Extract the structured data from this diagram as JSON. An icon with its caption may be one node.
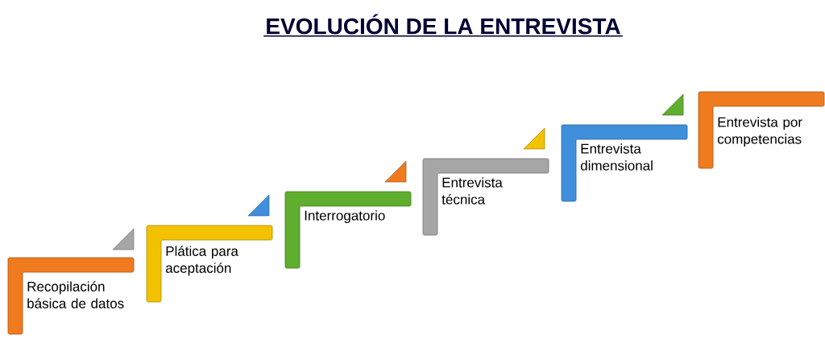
{
  "diagram": {
    "title": "EVOLUCIÓN DE LA ENTREVISTA",
    "nodes": [
      {
        "text": [
          "Recopilación básica de datos"
        ]
      },
      {
        "text": [
          "Plática para aceptación"
        ]
      },
      {
        "text": [
          "Interrogatorio"
        ]
      },
      {
        "text": [
          "Entrevista técnica"
        ]
      },
      {
        "text": [
          "Entrevista dimensional"
        ]
      },
      {
        "text": [
          "Entrevista por competencias"
        ]
      }
    ]
  }
}
